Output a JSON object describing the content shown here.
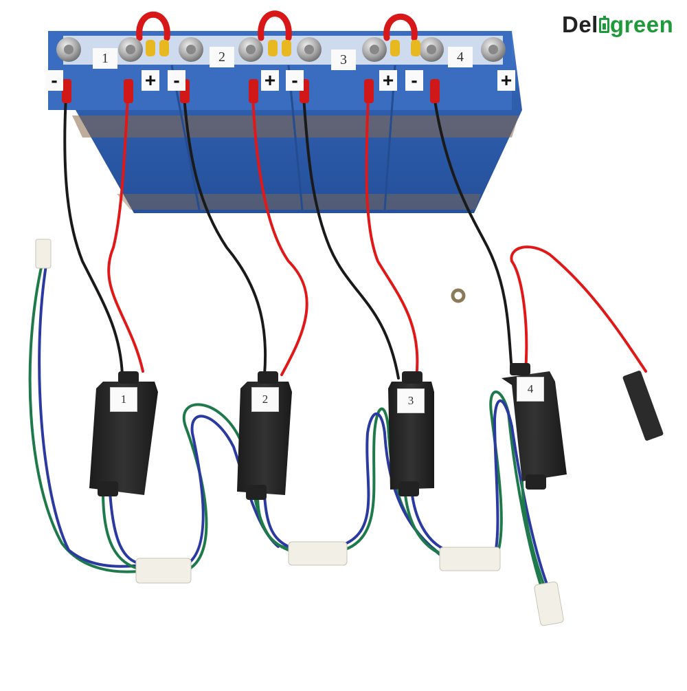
{
  "brand": {
    "logo_text_left": "Del",
    "logo_text_right": "green",
    "logo_icon": "battery-icon",
    "color_dark": "#222222",
    "color_green": "#1f9a3a"
  },
  "cells": [
    {
      "label": "1",
      "neg": "-",
      "pos": "+"
    },
    {
      "label": "2",
      "neg": "-",
      "pos": "+"
    },
    {
      "label": "3",
      "neg": "-",
      "pos": "+"
    },
    {
      "label": "4",
      "neg": "-",
      "pos": "+"
    }
  ],
  "modules": [
    {
      "label": "1"
    },
    {
      "label": "2"
    },
    {
      "label": "3"
    },
    {
      "label": "4"
    }
  ],
  "colors": {
    "cell_blue": "#2f5fae",
    "wire_red": "#e01818",
    "wire_black": "#1a1a1a",
    "wire_green": "#1e7a4a",
    "wire_blue": "#2a3aa0",
    "module_black": "#262626",
    "connector": "#f2f0e6"
  }
}
